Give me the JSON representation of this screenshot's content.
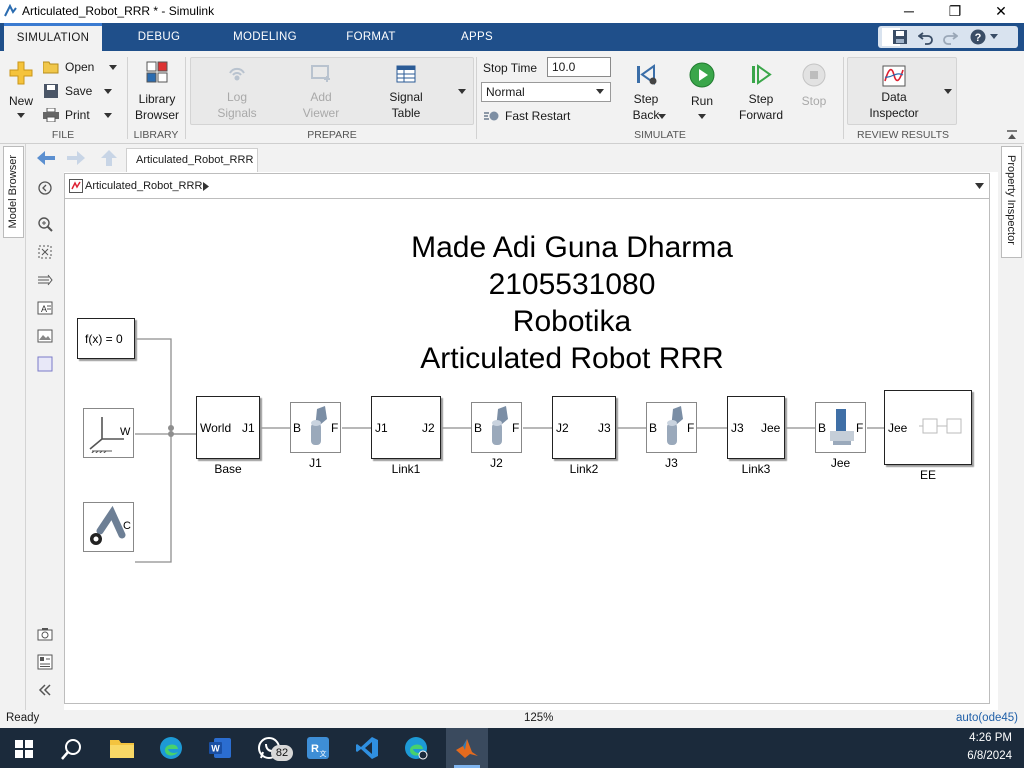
{
  "window": {
    "title": "Articulated_Robot_RRR * - Simulink",
    "minimize_glyph": "─",
    "restore_glyph": "❐",
    "close_glyph": "✕"
  },
  "ribbon_tabs": [
    "SIMULATION",
    "DEBUG",
    "MODELING",
    "FORMAT",
    "APPS"
  ],
  "quick_access": {
    "icons": [
      "save-icon",
      "undo-icon",
      "redo-icon",
      "help-icon"
    ]
  },
  "file_group": {
    "label": "FILE",
    "new_label": "New",
    "open_label": "Open",
    "save_label": "Save",
    "print_label": "Print"
  },
  "library_group": {
    "label": "LIBRARY",
    "library_browser_label": "Library\nBrowser"
  },
  "prepare_group": {
    "label": "PREPARE",
    "log_signals_label": "Log\nSignals",
    "add_viewer_label": "Add\nViewer",
    "signal_table_label": "Signal\nTable"
  },
  "simulate_group": {
    "label": "SIMULATE",
    "stop_time_label": "Stop Time",
    "stop_time_value": "10.0",
    "mode_value": "Normal",
    "fast_restart_label": "Fast Restart",
    "step_back_label": "Step\nBack",
    "run_label": "Run",
    "step_forward_label": "Step\nForward",
    "stop_label": "Stop"
  },
  "review_group": {
    "label": "REVIEW RESULTS",
    "data_inspector_label": "Data\nInspector"
  },
  "side_tabs": {
    "model_browser": "Model Browser",
    "property_inspector": "Property Inspector"
  },
  "document_tab": "Articulated_Robot_RRR",
  "breadcrumb": "Articulated_Robot_RRR",
  "annotation": {
    "line1": "Made Adi Guna Dharma",
    "line2": "2105531080",
    "line3": "Robotika",
    "line4": "Articulated Robot RRR"
  },
  "blocks": {
    "solver": {
      "text": "f(x) = 0"
    },
    "world": {
      "port": "W"
    },
    "mech": {
      "port": "C"
    },
    "base": {
      "left_port": "World",
      "right_port": "J1",
      "label": "Base"
    },
    "j1": {
      "left_port": "B",
      "right_port": "F",
      "label": "J1"
    },
    "link1": {
      "left_port": "J1",
      "right_port": "J2",
      "label": "Link1"
    },
    "j2": {
      "left_port": "B",
      "right_port": "F",
      "label": "J2"
    },
    "link2": {
      "left_port": "J2",
      "right_port": "J3",
      "label": "Link2"
    },
    "j3": {
      "left_port": "B",
      "right_port": "F",
      "label": "J3"
    },
    "link3": {
      "left_port": "J3",
      "right_port": "Jee",
      "label": "Link3"
    },
    "jee": {
      "left_port": "B",
      "right_port": "F",
      "label": "Jee"
    },
    "ee": {
      "left_port": "Jee",
      "label": "EE"
    }
  },
  "status": {
    "left": "Ready",
    "zoom": "125%",
    "solver": "auto(ode45)"
  },
  "taskbar": {
    "time": "4:26 PM",
    "date": "6/8/2024",
    "whatsapp_badge": "82",
    "icons": [
      "windows-start-icon",
      "search-icon",
      "file-explorer-icon",
      "edge-icon",
      "word-icon",
      "whatsapp-icon",
      "translator-icon",
      "vscode-icon",
      "edge-dev-icon",
      "matlab-icon"
    ]
  },
  "colors": {
    "ribbon_blue": "#1f4f8a",
    "taskbar": "#1b2a3b",
    "link_status": "#1f5fa8"
  }
}
